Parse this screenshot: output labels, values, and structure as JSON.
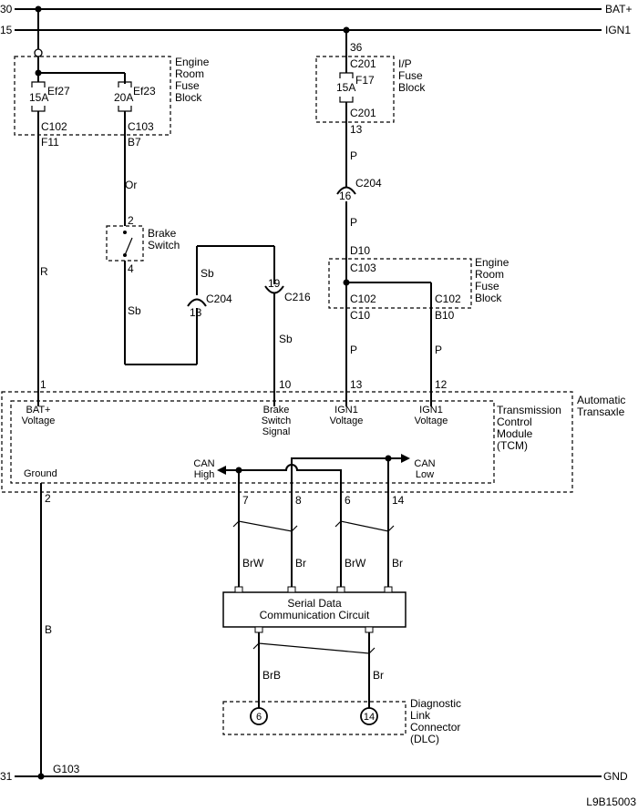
{
  "rails": {
    "bat": {
      "num": "30",
      "label": "BAT+"
    },
    "ign": {
      "num": "15",
      "label": "IGN1"
    },
    "gnd": {
      "num": "31",
      "label": "GND"
    }
  },
  "engine_fuse_block_top": {
    "title": [
      "Engine",
      "Room",
      "Fuse",
      "Block"
    ],
    "fuse1": {
      "rating": "15A",
      "name": "Ef27",
      "connector": "C102",
      "pin": "F11"
    },
    "fuse2": {
      "rating": "20A",
      "name": "Ef23",
      "connector": "C103",
      "pin": "B7"
    }
  },
  "ip_fuse_block": {
    "title": [
      "I/P",
      "Fuse",
      "Block"
    ],
    "pin_in": "36",
    "connector_in": "C201",
    "fuse": {
      "rating": "15A",
      "name": "F17"
    },
    "connector_out": "C201",
    "pin_out": "13"
  },
  "wires": {
    "r": "R",
    "or": "Or",
    "sb1": "Sb",
    "sb2": "Sb",
    "sb3": "Sb",
    "p1": "P",
    "p2": "P",
    "p3": "P",
    "p4": "P",
    "b": "B",
    "brw1": "BrW",
    "br1": "Br",
    "brw2": "BrW",
    "br2": "Br",
    "brb": "BrB",
    "br3": "Br"
  },
  "brake_switch": {
    "label": [
      "Brake",
      "Switch"
    ],
    "pin_top": "2",
    "pin_bottom": "4"
  },
  "connectors": {
    "c204_left": {
      "pin": "13",
      "name": "C204"
    },
    "c216": {
      "pin": "19",
      "name": "C216"
    },
    "c204_right": {
      "pin": "16",
      "name": "C204"
    }
  },
  "engine_fuse_block_mid": {
    "title": [
      "Engine",
      "Room",
      "Fuse",
      "Block"
    ],
    "pin_in": "D10",
    "connector_in": "C103",
    "conn_left": "C102",
    "pin_left": "C10",
    "conn_right": "C102",
    "pin_right": "B10"
  },
  "tcm": {
    "title": [
      "Transmission",
      "Control",
      "Module",
      "(TCM)"
    ],
    "outer_title": [
      "Automatic",
      "Transaxle"
    ],
    "pins": {
      "bat": "1",
      "brake": "10",
      "ign_left": "13",
      "ign_right": "12",
      "ground": "2"
    },
    "labels": {
      "bat": [
        "BAT+",
        "Voltage"
      ],
      "brake": [
        "Brake",
        "Switch",
        "Signal"
      ],
      "ign_left": [
        "IGN1",
        "Voltage"
      ],
      "ign_right": [
        "IGN1",
        "Voltage"
      ],
      "ground": "Ground",
      "can_high": [
        "CAN",
        "High"
      ],
      "can_low": [
        "CAN",
        "Low"
      ]
    }
  },
  "can_pins": [
    "7",
    "8",
    "6",
    "14"
  ],
  "serial_data": {
    "label": [
      "Serial Data",
      "Communication Circuit"
    ]
  },
  "dlc": {
    "label": [
      "Diagnostic",
      "Link",
      "Connector",
      "(DLC)"
    ],
    "pin_left": "6",
    "pin_right": "14"
  },
  "ground": {
    "name": "G103"
  },
  "figure_id": "L9B15003"
}
